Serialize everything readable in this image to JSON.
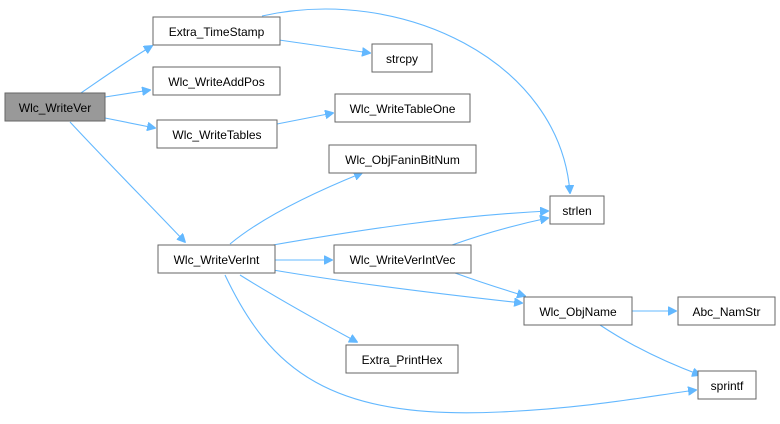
{
  "diagram": {
    "title": "",
    "colors": {
      "edge": "#63b8ff",
      "root_fill": "#999999",
      "node_fill": "#ffffff",
      "node_border": "#666666"
    },
    "nodes": {
      "wlc_writever": "Wlc_WriteVer",
      "extra_timestamp": "Extra_TimeStamp",
      "wlc_writeaddpos": "Wlc_WriteAddPos",
      "wlc_writetables": "Wlc_WriteTables",
      "wlc_writeverint": "Wlc_WriteVerInt",
      "strcpy": "strcpy",
      "wlc_writetableone": "Wlc_WriteTableOne",
      "wlc_objfaninbitnum": "Wlc_ObjFaninBitNum",
      "strlen": "strlen",
      "wlc_writeverintvec": "Wlc_WriteVerIntVec",
      "wlc_objname": "Wlc_ObjName",
      "abc_namstr": "Abc_NamStr",
      "extra_printhex": "Extra_PrintHex",
      "sprintf": "sprintf"
    },
    "edges": [
      {
        "from": "wlc_writever",
        "to": "extra_timestamp"
      },
      {
        "from": "wlc_writever",
        "to": "wlc_writeaddpos"
      },
      {
        "from": "wlc_writever",
        "to": "wlc_writetables"
      },
      {
        "from": "wlc_writever",
        "to": "wlc_writeverint"
      },
      {
        "from": "extra_timestamp",
        "to": "strlen"
      },
      {
        "from": "extra_timestamp",
        "to": "strcpy"
      },
      {
        "from": "wlc_writetables",
        "to": "wlc_writetableone"
      },
      {
        "from": "wlc_writeverint",
        "to": "wlc_objfaninbitnum"
      },
      {
        "from": "wlc_writeverint",
        "to": "strlen"
      },
      {
        "from": "wlc_writeverint",
        "to": "wlc_writeverintvec"
      },
      {
        "from": "wlc_writeverint",
        "to": "wlc_objname"
      },
      {
        "from": "wlc_writeverint",
        "to": "extra_printhex"
      },
      {
        "from": "wlc_writeverint",
        "to": "sprintf"
      },
      {
        "from": "wlc_writeverintvec",
        "to": "strlen"
      },
      {
        "from": "wlc_writeverintvec",
        "to": "wlc_objname"
      },
      {
        "from": "wlc_objname",
        "to": "abc_namstr"
      },
      {
        "from": "wlc_objname",
        "to": "sprintf"
      }
    ]
  }
}
